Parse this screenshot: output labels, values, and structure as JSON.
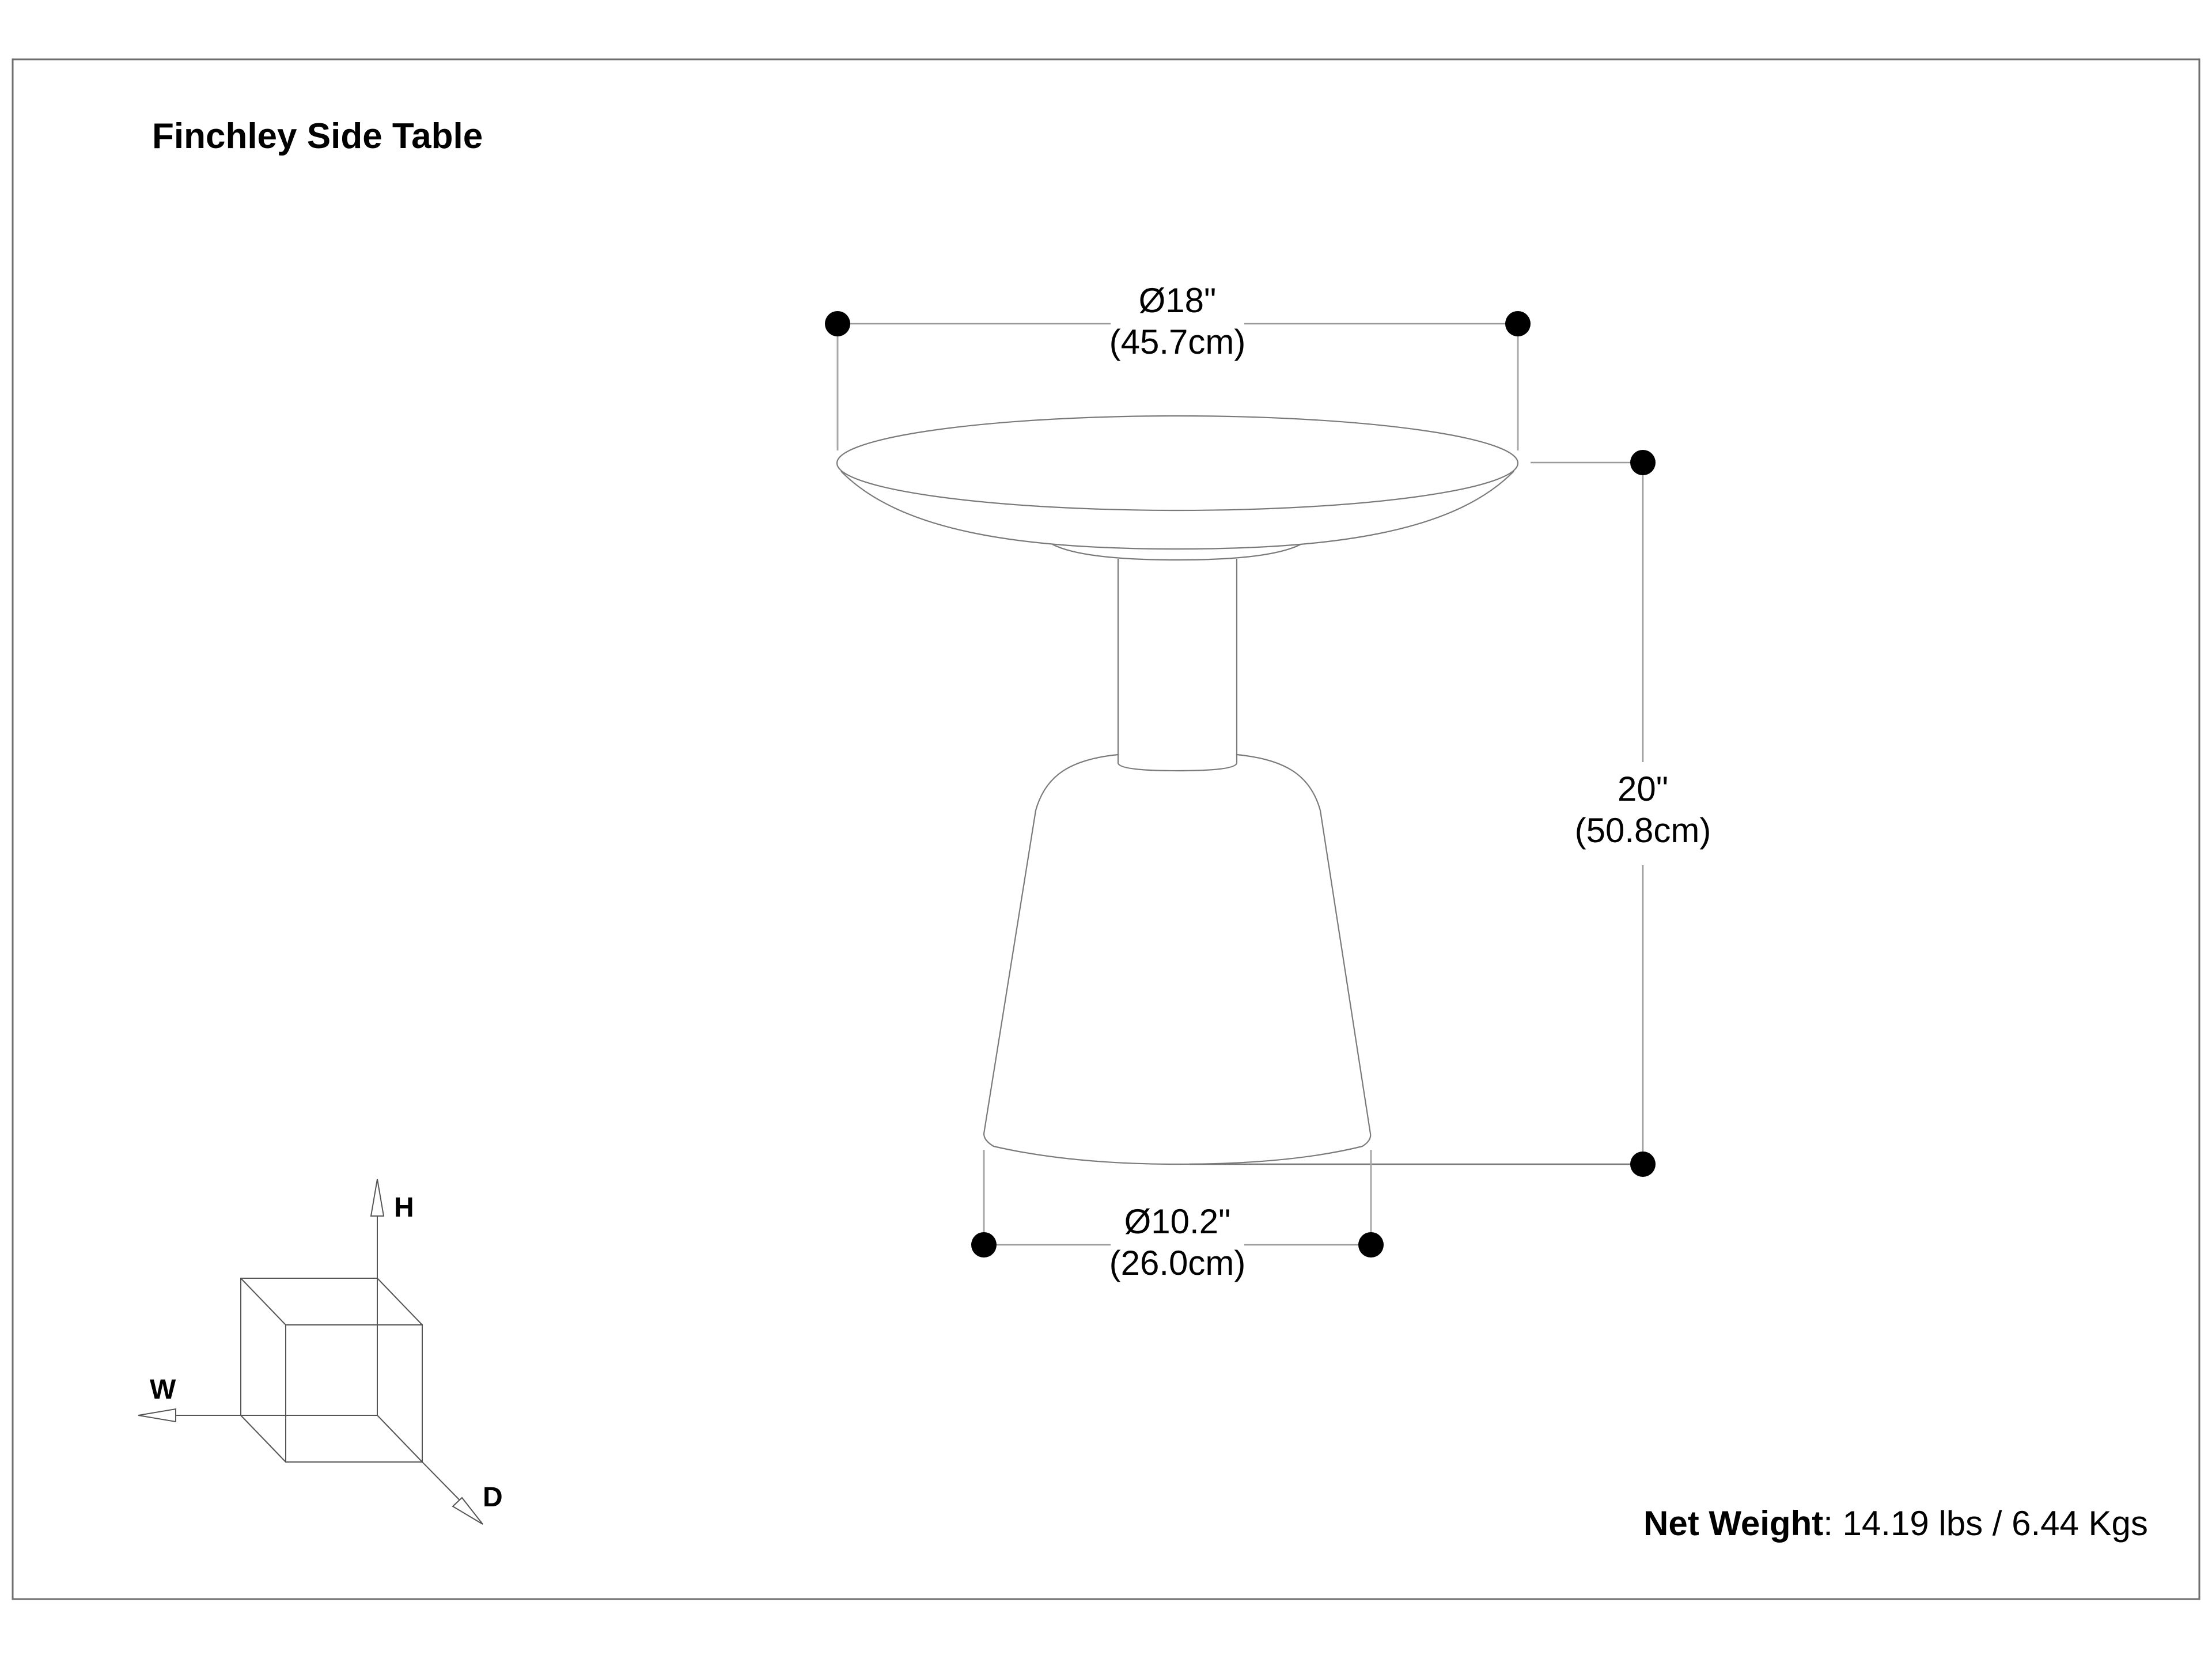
{
  "title": "Finchley Side Table",
  "dimensions": {
    "top_diameter": {
      "imperial": "Ø18\"",
      "metric": "(45.7cm)"
    },
    "height": {
      "imperial": "20\"",
      "metric": "(50.8cm)"
    },
    "base_diameter": {
      "imperial": "Ø10.2\"",
      "metric": "(26.0cm)"
    }
  },
  "axes": {
    "height_label": "H",
    "width_label": "W",
    "depth_label": "D"
  },
  "net_weight": {
    "label": "Net Weight",
    "separator": ":",
    "value": " 14.19 lbs / 6.44 Kgs"
  },
  "colors": {
    "dot": "#000000",
    "outline": "#7a7a7a",
    "dimension_line": "#9a9a9a",
    "frame": "#6e6e6e"
  }
}
